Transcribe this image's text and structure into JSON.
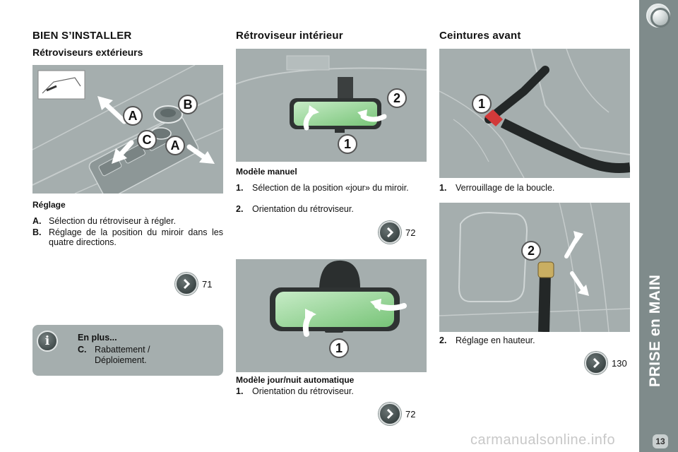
{
  "section_title": "BIEN S’INSTALLER",
  "exterior": {
    "title": "Rétroviseurs extérieurs",
    "heading": "Réglage",
    "items": [
      {
        "key": "A.",
        "text": "Sélection du rétroviseur à régler."
      },
      {
        "key": "B.",
        "text": "Réglage de la position du miroir dans les quatre directions."
      }
    ],
    "ref": "71",
    "info": {
      "title": "En plus...",
      "key": "C.",
      "text": "Rabattement / Déploiement.",
      "icon": "info-icon"
    },
    "callouts": [
      "A",
      "B",
      "C",
      "A"
    ]
  },
  "interior": {
    "title": "Rétroviseur intérieur",
    "manual": {
      "heading": "Modèle manuel",
      "items": [
        {
          "key": "1.",
          "text": "Sélection de la position «jour» du miroir."
        },
        {
          "key": "2.",
          "text": "Orientation du rétroviseur."
        }
      ],
      "ref": "72",
      "callouts": [
        "2",
        "1"
      ]
    },
    "auto": {
      "heading": "Modèle jour/nuit automatique",
      "items": [
        {
          "key": "1.",
          "text": "Orientation du rétroviseur."
        }
      ],
      "ref": "72",
      "callouts": [
        "1"
      ]
    }
  },
  "belts": {
    "title": "Ceintures avant",
    "items1": [
      {
        "key": "1.",
        "text": "Verrouillage de la boucle."
      }
    ],
    "items2": [
      {
        "key": "2.",
        "text": "Réglage en hauteur."
      }
    ],
    "ref": "130",
    "callouts": [
      "1",
      "2"
    ]
  },
  "sidebar": {
    "label": "PRISE en MAIN",
    "page_number": "13"
  },
  "watermark": "carmanualsonline.info",
  "colors": {
    "illustration_bg": "#a5aeae",
    "sidebar": "#7f8b8b",
    "mirror_glass": "#8fd88f"
  }
}
